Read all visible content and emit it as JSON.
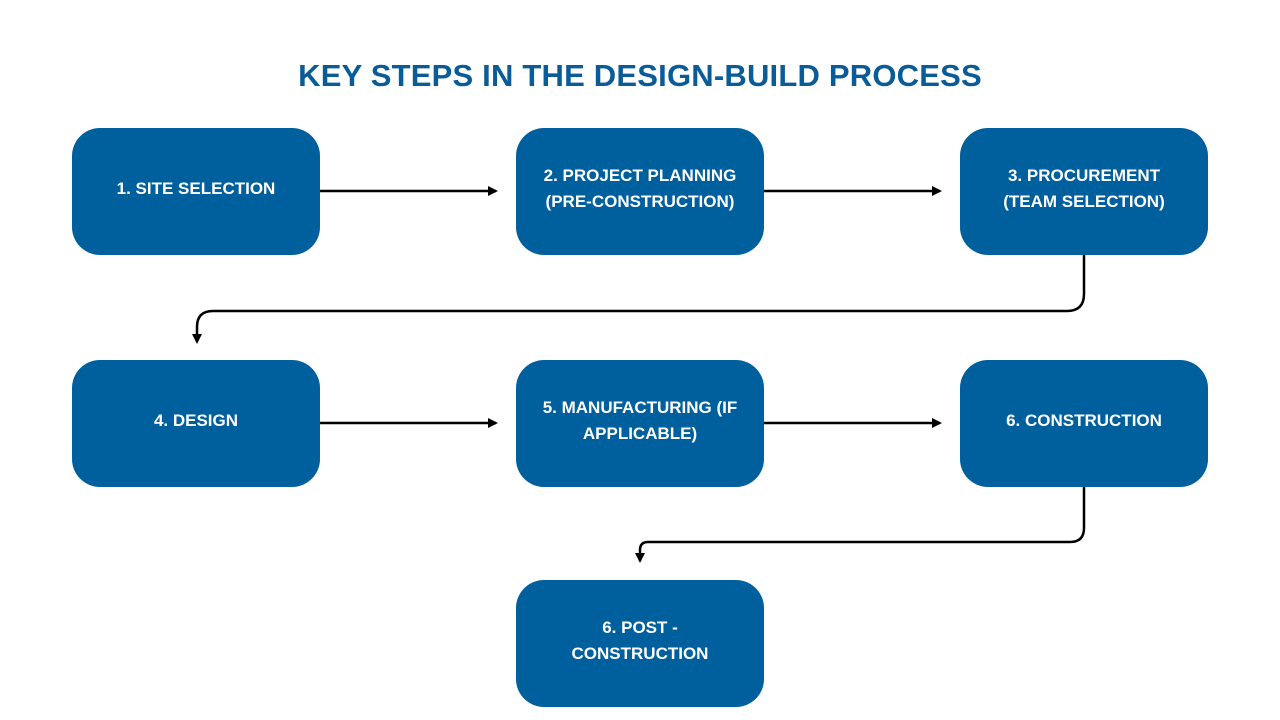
{
  "title": "KEY STEPS IN THE DESIGN-BUILD PROCESS",
  "colors": {
    "box_fill": "#005f9d",
    "title": "#0a5c99",
    "arrow": "#000000",
    "box_text": "#ffffff"
  },
  "steps": [
    {
      "label": "1. SITE SELECTION"
    },
    {
      "label_line1": "2. PROJECT PLANNING",
      "label_line2": "(PRE-CONSTRUCTION)"
    },
    {
      "label_line1": "3. PROCUREMENT",
      "label_line2": "(TEAM SELECTION)"
    },
    {
      "label": "4. DESIGN"
    },
    {
      "label_line1": "5. MANUFACTURING (IF",
      "label_line2": "APPLICABLE)"
    },
    {
      "label": "6. CONSTRUCTION"
    },
    {
      "label_line1": "6. POST -",
      "label_line2": "CONSTRUCTION"
    }
  ],
  "connections": [
    {
      "from": 1,
      "to": 2
    },
    {
      "from": 2,
      "to": 3
    },
    {
      "from": 3,
      "to": 4
    },
    {
      "from": 4,
      "to": 5
    },
    {
      "from": 5,
      "to": 6
    },
    {
      "from": 6,
      "to": 7
    }
  ]
}
